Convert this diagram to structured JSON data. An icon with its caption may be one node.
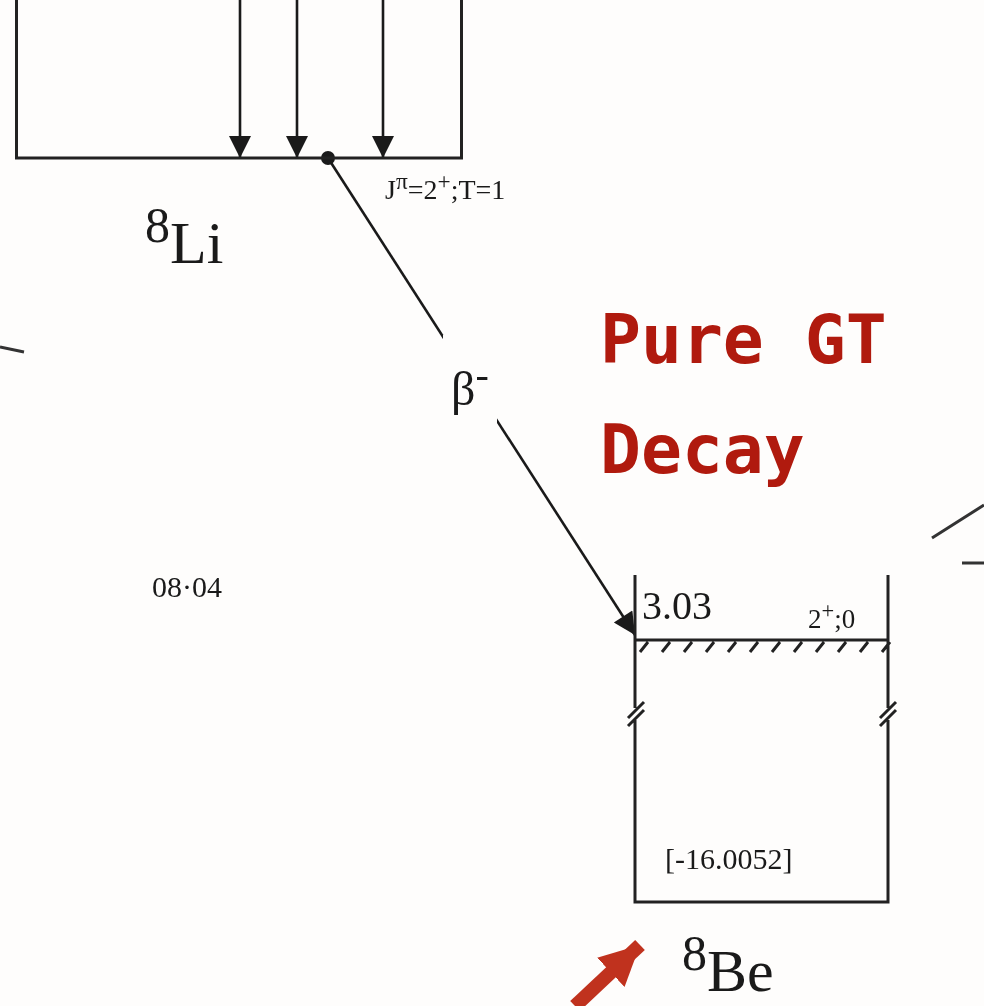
{
  "diagram": {
    "nodes": [
      {
        "text": [
          "$^{8}$Li",
          "J$^{π}$=2$^{+}$;T=1"
        ]
      },
      {
        "text": [
          "3.03",
          "2$^{+}$;0",
          "[-16.0052]",
          "$^{8}$Be"
        ]
      }
    ],
    "edges": [
      {
        "from": null,
        "to": 0,
        "arrow": "to"
      },
      {
        "from": null,
        "to": 0,
        "arrow": "to"
      },
      {
        "from": null,
        "to": 0,
        "arrow": "to"
      },
      {
        "from": 0,
        "to": 1,
        "arrow": "to",
        "label": "β$^{-}$"
      },
      {
        "from": null,
        "to": 1,
        "arrow": "to",
        "style": "thick",
        "color": "#c0321e"
      }
    ],
    "labels": [
      "Pure GT Decay",
      "08·04"
    ]
  }
}
